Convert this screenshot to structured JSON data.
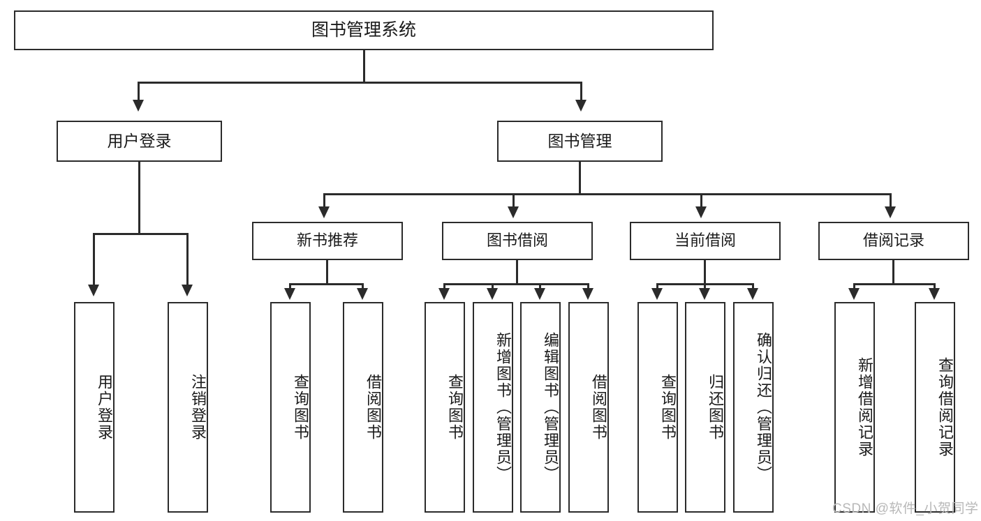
{
  "diagram": {
    "type": "tree-hierarchy",
    "title": "图书管理系统",
    "root": {
      "label": "图书管理系统"
    },
    "level2": [
      {
        "label": "用户登录"
      },
      {
        "label": "图书管理"
      }
    ],
    "level3": [
      {
        "label": "新书推荐"
      },
      {
        "label": "图书借阅"
      },
      {
        "label": "当前借阅"
      },
      {
        "label": "借阅记录"
      }
    ],
    "leaves": {
      "user_login": [
        {
          "label": "用户登录"
        },
        {
          "label": "注销登录"
        }
      ],
      "new_book_recommend": [
        {
          "label": "查询图书"
        },
        {
          "label": "借阅图书"
        }
      ],
      "book_borrow": [
        {
          "label": "查询图书"
        },
        {
          "label": "新增图书（管理员）"
        },
        {
          "label": "编辑图书（管理员）"
        },
        {
          "label": "借阅图书"
        }
      ],
      "current_borrow": [
        {
          "label": "查询图书"
        },
        {
          "label": "归还图书"
        },
        {
          "label": "确认归还（管理员）"
        }
      ],
      "borrow_record": [
        {
          "label": "新增借阅记录"
        },
        {
          "label": "查询借阅记录"
        }
      ]
    }
  },
  "watermark": {
    "text": "CSDN @软件_小贺同学"
  },
  "colors": {
    "line": "#2b2b2b",
    "box_fill": "#ffffff",
    "text": "#1a1a1a",
    "watermark": "#b8b8b8"
  }
}
